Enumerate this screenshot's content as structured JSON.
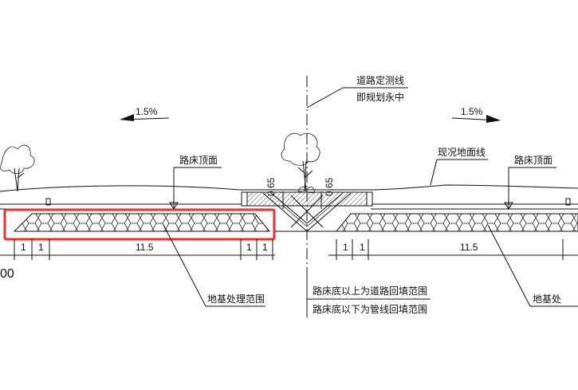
{
  "labels": {
    "centerline_1": "道路定测线",
    "centerline_2": "即规划永中",
    "slope_left": "1.5%",
    "slope_right": "1.5%",
    "subgrade_top_left": "路床顶面",
    "subgrade_top_right": "路床顶面",
    "existing_ground": "现况地面线",
    "foundation_left": "地基处理范围",
    "foundation_right": "地基处",
    "backfill_upper": "路床底以上为道路回填范围",
    "backfill_lower": "路床底以下为管线回填范围",
    "dim_065_left": "0.65",
    "dim_065_right": "0.65",
    "dim_1a": "1",
    "dim_1b": "1",
    "dim_115_left": "11.5",
    "dim_1c": "1",
    "dim_1d": "1",
    "dim_1e": "1",
    "dim_1f": "1",
    "dim_115_right": "11.5",
    "dim_partial": "00"
  },
  "colors": {
    "line": "#111111",
    "highlight": "#e8322e",
    "hatch": "#666666"
  },
  "icons": {
    "tree_left": "tree-icon",
    "tree_center": "tree-icon"
  }
}
